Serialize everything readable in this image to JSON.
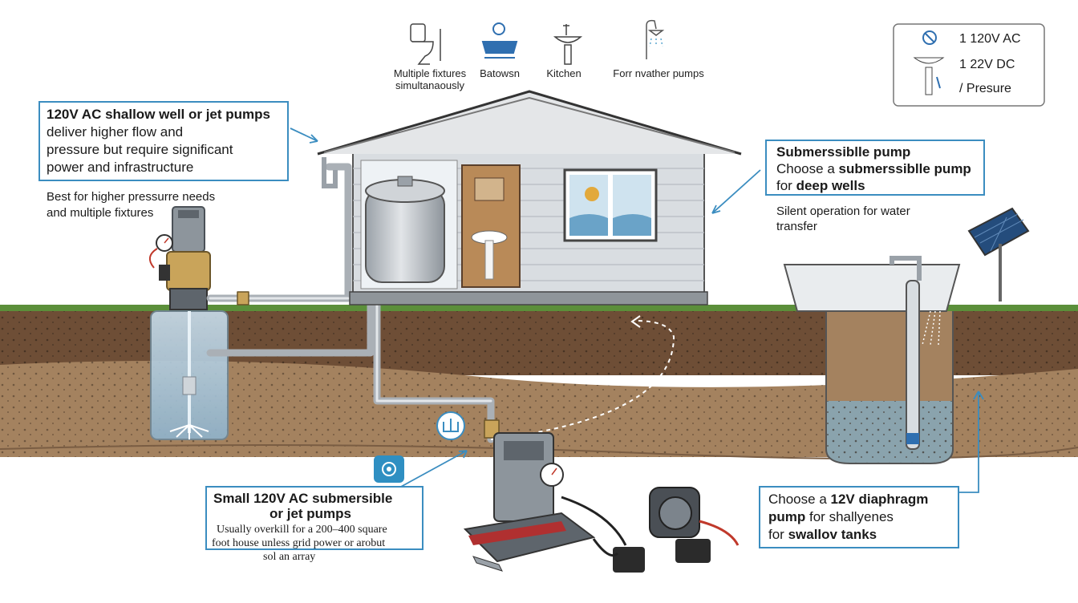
{
  "fixtures": {
    "multiple_line1": "Multiple fixtures",
    "multiple_line2": "simultanaously",
    "bathroom": "Batowsn",
    "kitchen": "Kitchen",
    "other": "Forr nvather pumps"
  },
  "legend": {
    "ac": "1 120V AC",
    "dc": "1 22V DC",
    "pressure": "/ Presure"
  },
  "jet_callout": {
    "title": "120V AC shallow well or jet pumps",
    "line2": "deliver higher flow and",
    "line3": "pressure but require significant",
    "line4": "power and infrastructure"
  },
  "jet_note": {
    "line1": "Best for higher pressurre needs",
    "line2": "and multiple fixtures"
  },
  "submersible_callout": {
    "title": "Submerssiblle pump",
    "line2_a": "Choose a ",
    "line2_b": "submerssiblle pump",
    "line3_a": "for ",
    "line3_b": "deep wells"
  },
  "submersible_note": {
    "line1": "Silent operation for water",
    "line2": "transfer"
  },
  "small_callout": {
    "title1": "Small 120V AC submersible",
    "title2": "or jet pumps",
    "line3": "Usually overkill for a 200–400 square",
    "line4": "foot house unless grid power or arobut",
    "line5": "sol an array"
  },
  "diaphragm_callout": {
    "line1_a": "Choose a ",
    "line1_b": "12V diaphragm",
    "line2_a": "pump",
    "line2_b": " for shallyenes",
    "line3_a": "for ",
    "line3_b": "swallov tanks"
  },
  "colors": {
    "accent": "#3b8dc0",
    "soil": "#8a6a4c",
    "soil_dark": "#5a3f2b",
    "grass": "#5b8f3a",
    "water": "#a8c8dc",
    "siding": "#d9dde1",
    "pipe": "#b9bec3"
  }
}
